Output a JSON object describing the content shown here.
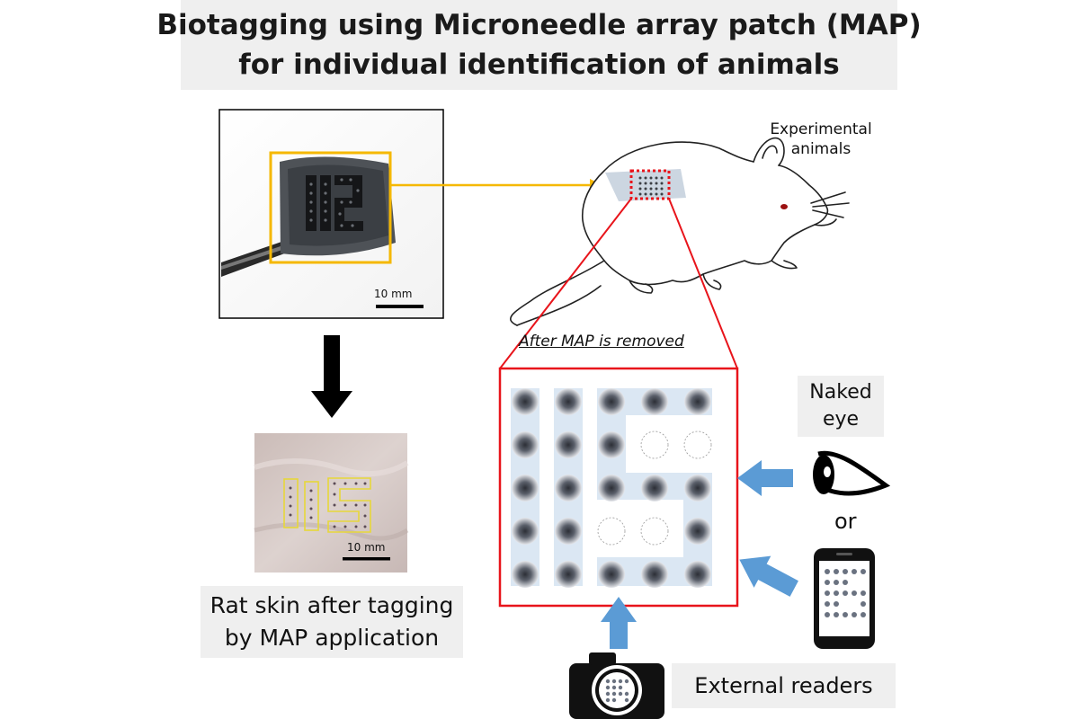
{
  "title": {
    "line1": "Biotagging using Microneedle array patch (MAP)",
    "line2": "for individual identification of animals"
  },
  "patch_photo": {
    "id_number": "112",
    "scale_bar": "10 mm"
  },
  "skin_photo": {
    "id_number": "115",
    "scale_bar": "10 mm"
  },
  "rat_skin_caption": {
    "line1": "Rat skin after tagging",
    "line2": "by MAP application"
  },
  "experimental_animals": {
    "line1": "Experimental",
    "line2": "animals"
  },
  "after_removed_label": "After MAP is removed",
  "dot_grid": {
    "rows": 5,
    "cols": 5,
    "pattern": [
      [
        1,
        1,
        1,
        1,
        1
      ],
      [
        1,
        1,
        1,
        0,
        0
      ],
      [
        1,
        1,
        1,
        1,
        1
      ],
      [
        1,
        1,
        0,
        0,
        1
      ],
      [
        1,
        1,
        1,
        1,
        1
      ]
    ]
  },
  "readers": {
    "naked_eye": {
      "line1": "Naked",
      "line2": "eye"
    },
    "or_text": "or",
    "external_readers": "External readers"
  },
  "colors": {
    "accent_yellow": "#f5b800",
    "frame_red": "#e8141b",
    "arrow_blue": "#5b9bd5",
    "highlight_blue": "#dbe7f3",
    "label_bg": "#efefef"
  }
}
